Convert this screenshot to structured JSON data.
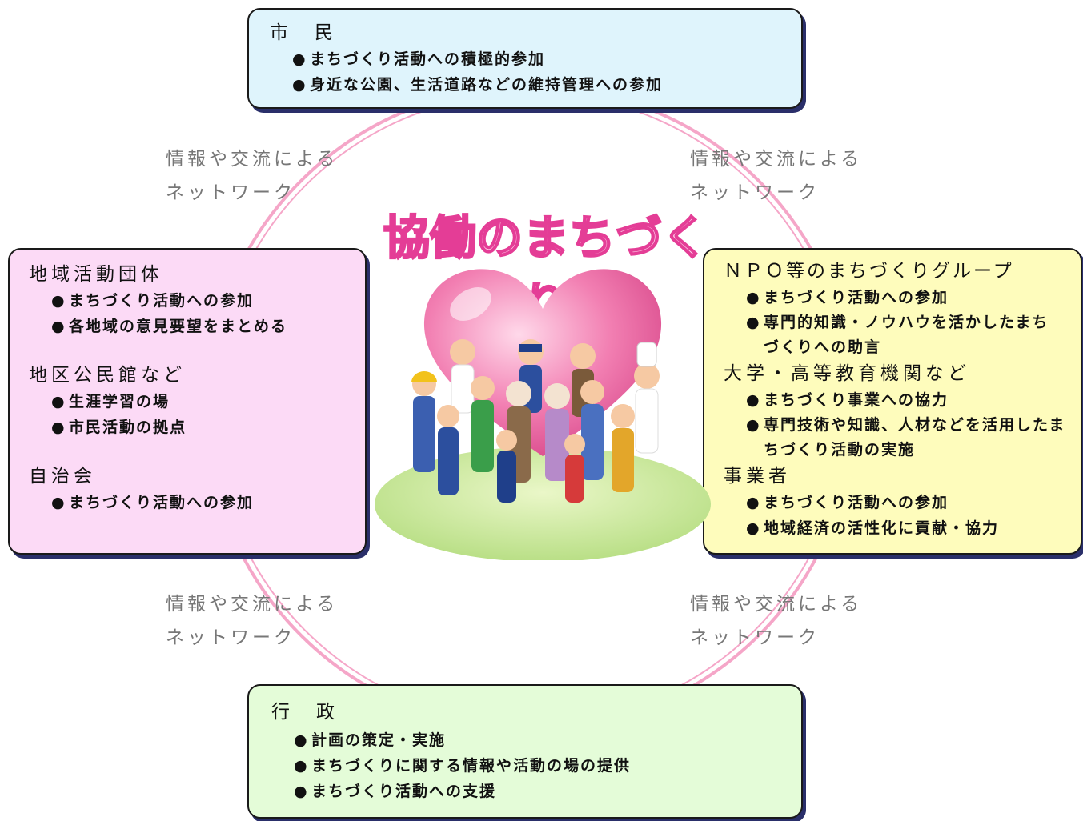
{
  "title": "協働のまちづくり",
  "network_label": {
    "line1": "情報や交流による",
    "line2": "ネットワーク"
  },
  "citizens": {
    "heading": "市　民",
    "items": [
      "まちづくり活動への積極的参加",
      "身近な公園、生活道路などの維持管理への参加"
    ]
  },
  "community": {
    "groups": [
      {
        "heading": "地域活動団体",
        "items": [
          "まちづくり活動への参加",
          "各地域の意見要望をまとめる"
        ]
      },
      {
        "heading": "地区公民館など",
        "items": [
          "生涯学習の場",
          "市民活動の拠点"
        ]
      },
      {
        "heading": "自治会",
        "items": [
          "まちづくり活動への参加"
        ]
      }
    ]
  },
  "npo": {
    "groups": [
      {
        "heading": "ＮＰＯ等のまちづくりグループ",
        "items": [
          "まちづくり活動への参加",
          "専門的知識・ノウハウを活かしたまちづくりへの助言"
        ]
      },
      {
        "heading": "大学・高等教育機関など",
        "items": [
          "まちづくり事業への協力",
          "専門技術や知識、人材などを活用したまちづくり活動の実施"
        ]
      },
      {
        "heading": "事業者",
        "items": [
          "まちづくり活動への参加",
          "地域経済の活性化に貢献・協力"
        ]
      }
    ]
  },
  "government": {
    "heading": "行　政",
    "items": [
      "計画の策定・実施",
      "まちづくりに関する情報や活動の場の提供",
      "まちづくり活動への支援"
    ]
  },
  "colors": {
    "ring": "#f5a6c8",
    "citizens_bg": "#dff4fc",
    "community_bg": "#fcdaf6",
    "npo_bg": "#fefcbc",
    "government_bg": "#e4fcd8",
    "title_fill": "#ffd0ea",
    "title_stroke": "#e43d96"
  }
}
